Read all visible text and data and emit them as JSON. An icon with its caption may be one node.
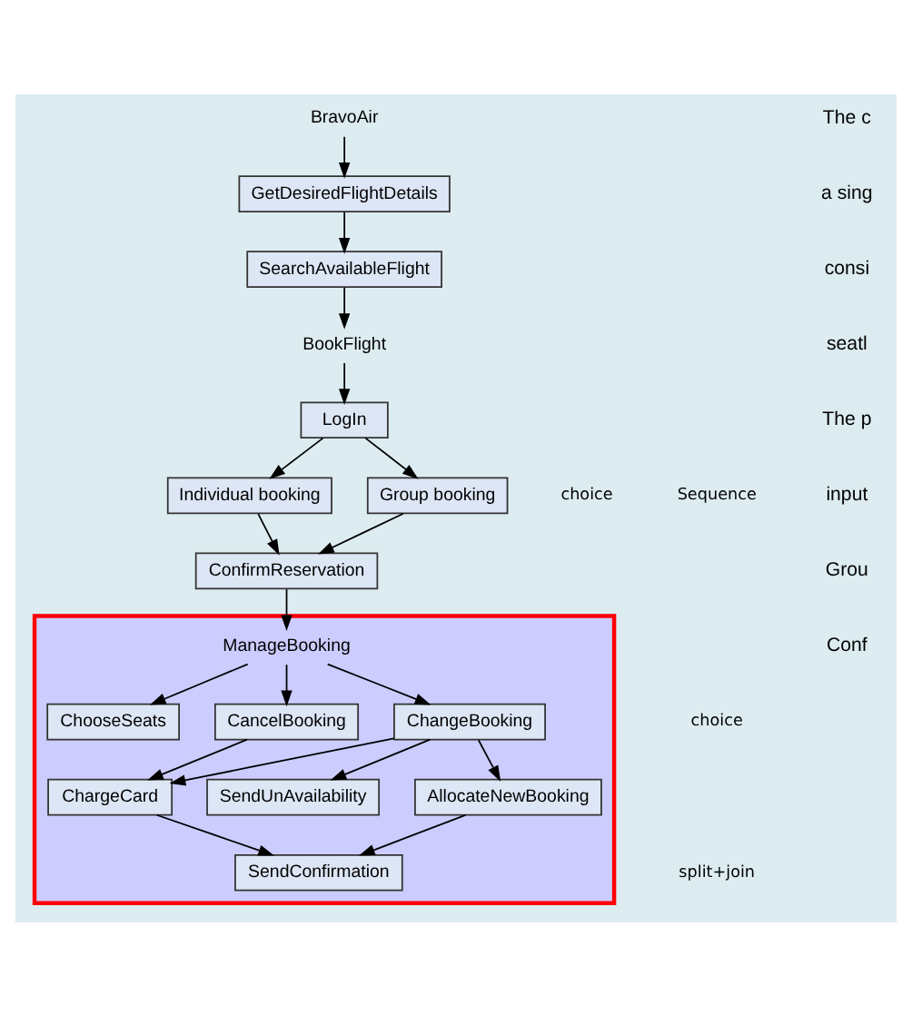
{
  "diagram": {
    "nodes": [
      {
        "text": [
          "BravoAir"
        ]
      },
      {
        "text": [
          "GetDesiredFlightDetails"
        ]
      },
      {
        "text": [
          "SearchAvailableFlight"
        ]
      },
      {
        "text": [
          "BookFlight"
        ]
      },
      {
        "text": [
          "LogIn"
        ]
      },
      {
        "text": [
          "Individual booking"
        ]
      },
      {
        "text": [
          "Group booking"
        ]
      },
      {
        "text": [
          "ConfirmReservation"
        ]
      },
      {
        "text": [],
        "shape": "box"
      },
      {
        "text": [
          "ManageBooking"
        ],
        "in": 8
      },
      {
        "text": [
          "ChooseSeats"
        ],
        "in": 8
      },
      {
        "text": [
          "CancelBooking"
        ],
        "in": 8
      },
      {
        "text": [
          "ChangeBooking"
        ],
        "in": 8
      },
      {
        "text": [
          "SendUnAvailability"
        ],
        "in": 8
      },
      {
        "text": [
          "ChargeCard"
        ],
        "in": 8
      },
      {
        "text": [
          "AllocateNewBooking"
        ],
        "in": 8
      },
      {
        "text": [
          "SendConfirmation"
        ],
        "in": 8
      }
    ],
    "edges": [
      {
        "from": 0,
        "to": 1,
        "arrow": "to"
      },
      {
        "from": 1,
        "to": 2,
        "arrow": "to"
      },
      {
        "from": 2,
        "to": 3,
        "arrow": "to"
      },
      {
        "from": 3,
        "to": 4,
        "arrow": "to"
      },
      {
        "from": 4,
        "to": 5,
        "arrow": "to"
      },
      {
        "from": 4,
        "to": 6,
        "arrow": "to"
      },
      {
        "from": 5,
        "to": 7,
        "arrow": "to"
      },
      {
        "from": 6,
        "to": 7,
        "arrow": "to"
      },
      {
        "from": 7,
        "to": 9,
        "arrow": "to"
      },
      {
        "from": 9,
        "to": 10,
        "arrow": "to"
      },
      {
        "from": 9,
        "to": 11,
        "arrow": "to"
      },
      {
        "from": 9,
        "to": 12,
        "arrow": "to"
      },
      {
        "from": 12,
        "to": 13,
        "arrow": "to"
      },
      {
        "from": 12,
        "to": 14,
        "arrow": "to"
      },
      {
        "from": 12,
        "to": 15,
        "arrow": "to"
      },
      {
        "from": 11,
        "to": 14,
        "arrow": "to"
      },
      {
        "from": 14,
        "to": 16,
        "arrow": "to"
      },
      {
        "from": 15,
        "to": 16,
        "arrow": "to"
      }
    ],
    "labels": [
      "The c",
      "a sing",
      "consi",
      "seatl",
      "The p",
      "input",
      "Grou",
      "Conf",
      "choice",
      "Sequence",
      "choice",
      "split+join"
    ]
  }
}
